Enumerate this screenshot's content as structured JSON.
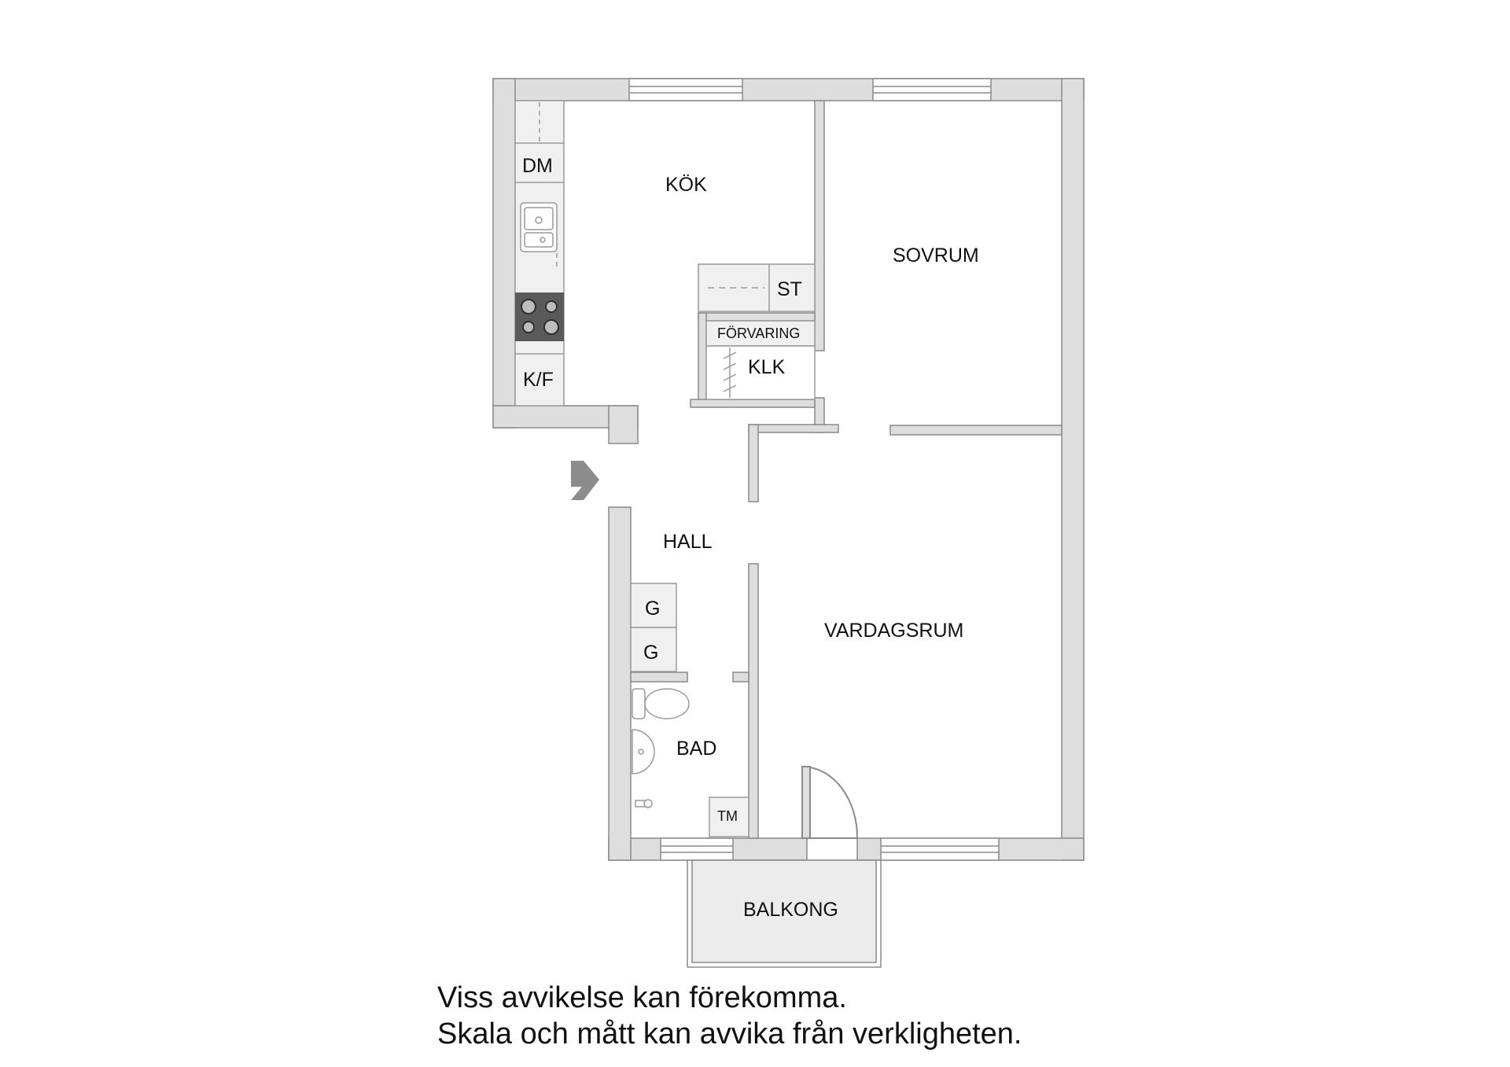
{
  "rooms": {
    "kok": "KÖK",
    "sovrum": "SOVRUM",
    "klk": "KLK",
    "hall": "HALL",
    "vardagsrum": "VARDAGSRUM",
    "bad": "BAD",
    "balkong": "BALKONG"
  },
  "fixtures": {
    "dm": "DM",
    "kf": "K/F",
    "st": "ST",
    "forvaring": "FÖRVARING",
    "g1": "G",
    "g2": "G",
    "tm": "TM"
  },
  "disclaimer": {
    "line1": "Viss avvikelse kan förekomma.",
    "line2": "Skala och mått kan avvika från verkligheten."
  },
  "colors": {
    "wall_fill": "#dedede",
    "wall_stroke": "#8a8a8a",
    "fixture_fill": "#f0f0f0",
    "stove": "#5a5a5a",
    "entrance_arrow": "#8c8c8c"
  },
  "icons": [
    "entrance-arrow-icon",
    "stove-icon",
    "sink-icon",
    "toilet-icon",
    "washbasin-icon",
    "shower-icon",
    "window-icon",
    "door-swing-icon"
  ]
}
